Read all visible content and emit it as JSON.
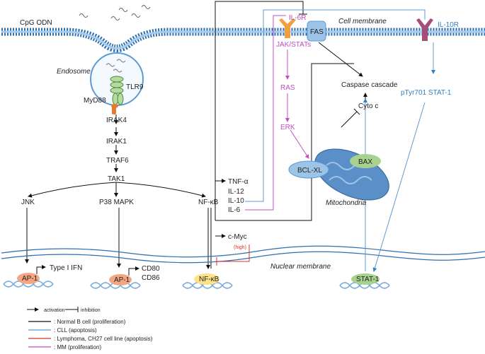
{
  "title": "",
  "labels": {
    "cpg": "CpG ODN",
    "cell_membrane": "Cell membrane",
    "endosome": "Endosome",
    "tlr9": "TLR9",
    "myd88": "MyD88",
    "irak4": "IRAK4",
    "irak1": "IRAK1",
    "traf6": "TRAF6",
    "tak1": "TAK1",
    "jnk": "JNK",
    "p38": "P38 MAPK",
    "nfkb_cyt": "NF-κB",
    "type1_ifn": "Type Ⅰ IFN",
    "ap1_left": "AP-1",
    "ap1_mid": "AP-1",
    "cd80": "CD80",
    "cd86": "CD86",
    "nfkb_nuc": "NF-κB",
    "stat1": "STAT-1",
    "nuclear_membrane": "Nuclear membrane",
    "tnfa": "TNF-α",
    "il12": "IL-12",
    "il10": "IL-10",
    "il6_out": "IL-6",
    "cmyc": "c-Myc",
    "high": "(high)",
    "il6r": "IL-6R",
    "fas": "FAS",
    "il10r": "IL-10R",
    "jak_stats": "JAK/STATs",
    "ras": "RAS",
    "erk": "ERK",
    "caspase": "Caspase cascade",
    "cytoc": "Cyto c",
    "pstat1": "pTyr701 STAT-1",
    "bclxl": "BCL-XL",
    "bax": "BAX",
    "mito": "Mitochondria"
  },
  "legend": {
    "activation": "activation",
    "inhibition": "inhibition",
    "items": [
      {
        "label": ": Normal B cell (proliferation)",
        "color": "#111111"
      },
      {
        "label": ": CLL (apoptosis)",
        "color": "#5b9bd5"
      },
      {
        "label": ": Lymphoma, CH27 cell line (apoptosis)",
        "color": "#e03030"
      },
      {
        "label": ": MM (proliferation)",
        "color": "#c04fc0"
      }
    ]
  }
}
